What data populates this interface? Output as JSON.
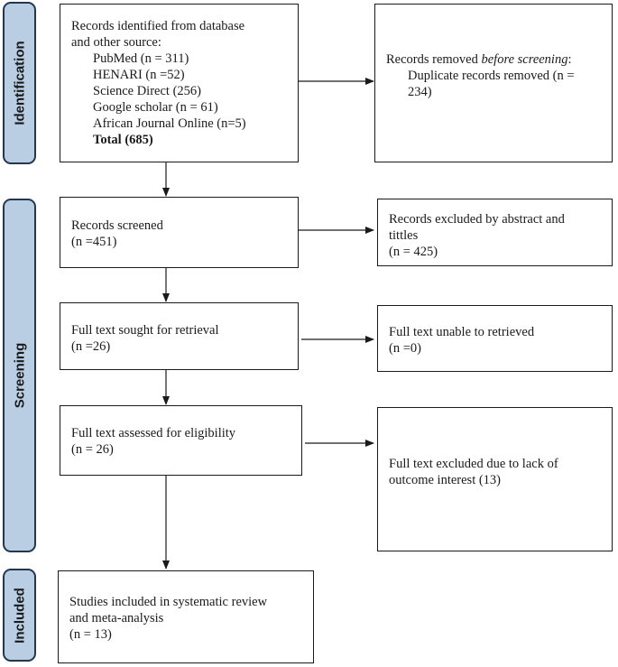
{
  "stages": {
    "identification": "Identification",
    "screening": "Screening",
    "included": "Included"
  },
  "identified": {
    "heading_1": "Records identified from database",
    "heading_2": "and other source:",
    "sources": [
      "PubMed (n = 311)",
      "HENARI (n =52)",
      "Science Direct (256)",
      "Google scholar (n = 61)",
      "African Journal Online (n=5)"
    ],
    "total": "Total (685)"
  },
  "removed": {
    "prefix": "Records removed ",
    "emphasis": "before screening",
    "suffix": ":",
    "detail_1": "Duplicate records removed (n =",
    "detail_2": "234)"
  },
  "screened": {
    "label": "Records screened",
    "count": "(n =451)"
  },
  "excluded_abstract": {
    "line_1": "Records excluded by abstract and",
    "line_2": "tittles",
    "count": "(n = 425)"
  },
  "sought": {
    "label": "Full text sought for retrieval",
    "count": "(n =26)"
  },
  "not_retrieved": {
    "label": "Full text unable to retrieved",
    "count": "(n =0)"
  },
  "assessed": {
    "label": "Full text assessed for eligibility",
    "count": "(n = 26)"
  },
  "excluded_fulltext": {
    "line_1": "Full text excluded due to lack of",
    "line_2": "outcome interest (13)"
  },
  "included": {
    "line_1": "Studies included in systematic review",
    "line_2": "and meta-analysis",
    "count": "(n = 13)"
  }
}
